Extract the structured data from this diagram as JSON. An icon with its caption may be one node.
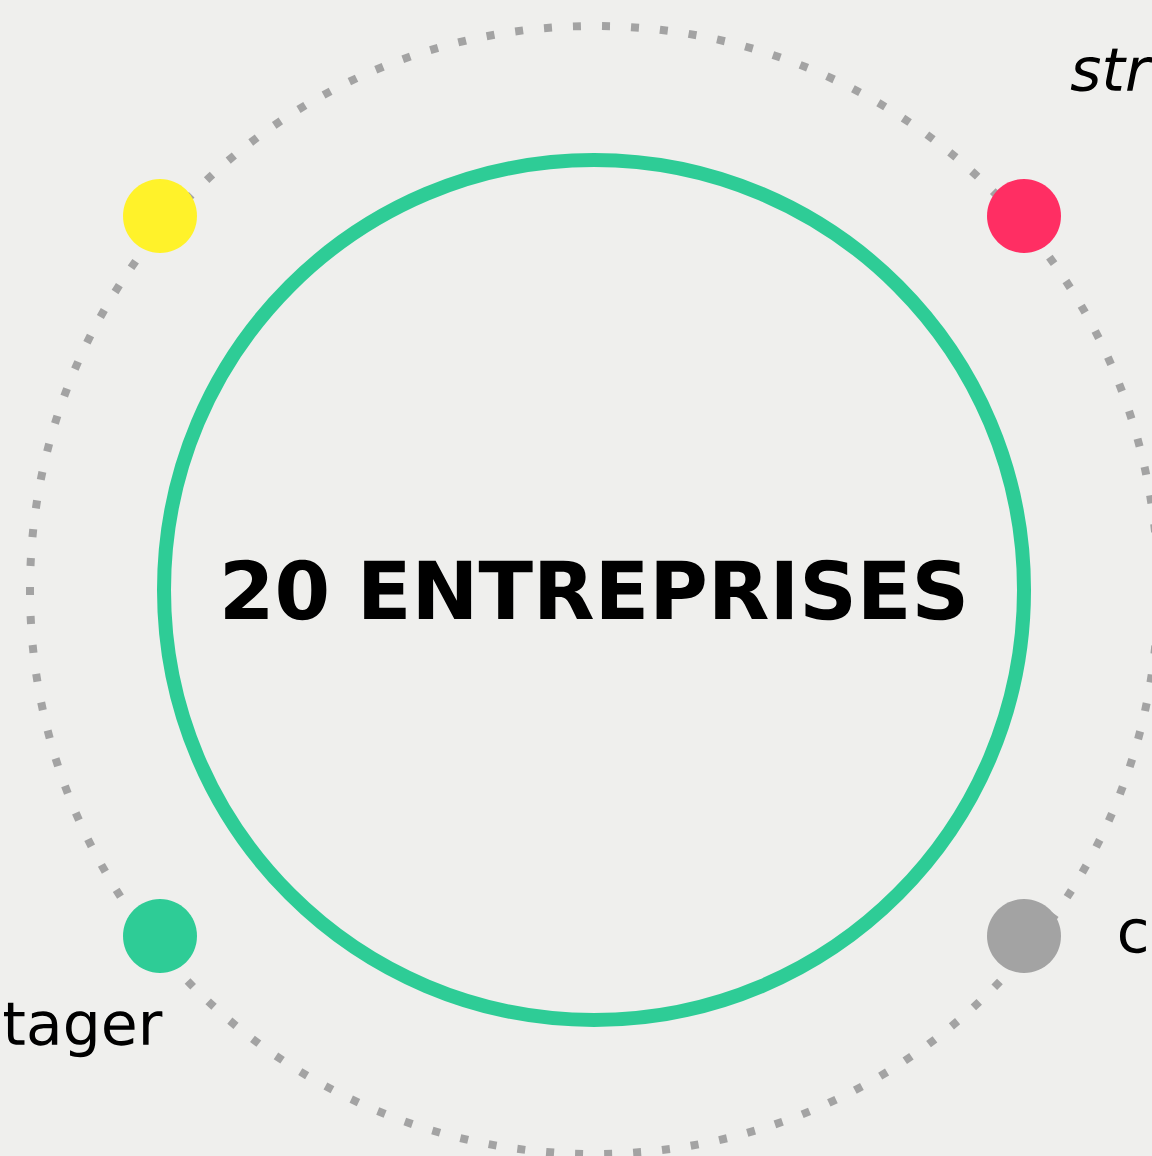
{
  "diagram": {
    "nodes": [
      {
        "text": [
          "20 ENTREPRISES"
        ]
      },
      {
        "text": [],
        "shape": "circle"
      },
      {
        "text": [],
        "shape": "circle"
      },
      {
        "text": [],
        "shape": "circle"
      },
      {
        "text": [],
        "shape": "circle"
      }
    ],
    "edges": [],
    "labels": [
      "str",
      "c",
      "tager"
    ]
  }
}
